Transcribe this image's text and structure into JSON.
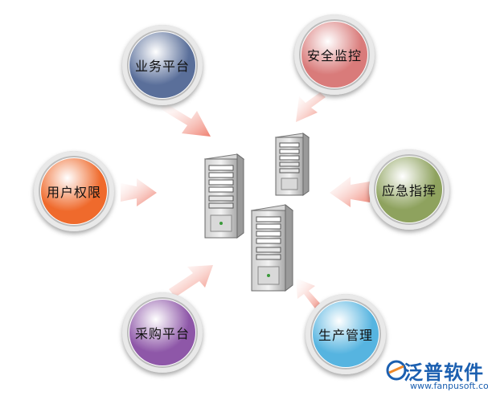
{
  "nodes": [
    {
      "id": "business-platform",
      "label": "业务平台",
      "color": "#5a6f9a"
    },
    {
      "id": "security-monitoring",
      "label": "安全监控",
      "color": "#d97b7a"
    },
    {
      "id": "user-permissions",
      "label": "用户权限",
      "color": "#ef6a2c"
    },
    {
      "id": "emergency-command",
      "label": "应急指挥",
      "color": "#8ea25e"
    },
    {
      "id": "procurement-platform",
      "label": "采购平台",
      "color": "#8e57a8"
    },
    {
      "id": "production-management",
      "label": "生产管理",
      "color": "#56b4e0"
    }
  ],
  "center": {
    "icon": "server-cluster-icon"
  },
  "logo": {
    "brand": "泛普软件",
    "url": "www.fanpusoft.com"
  },
  "arrow_color": "#ef8c7e"
}
